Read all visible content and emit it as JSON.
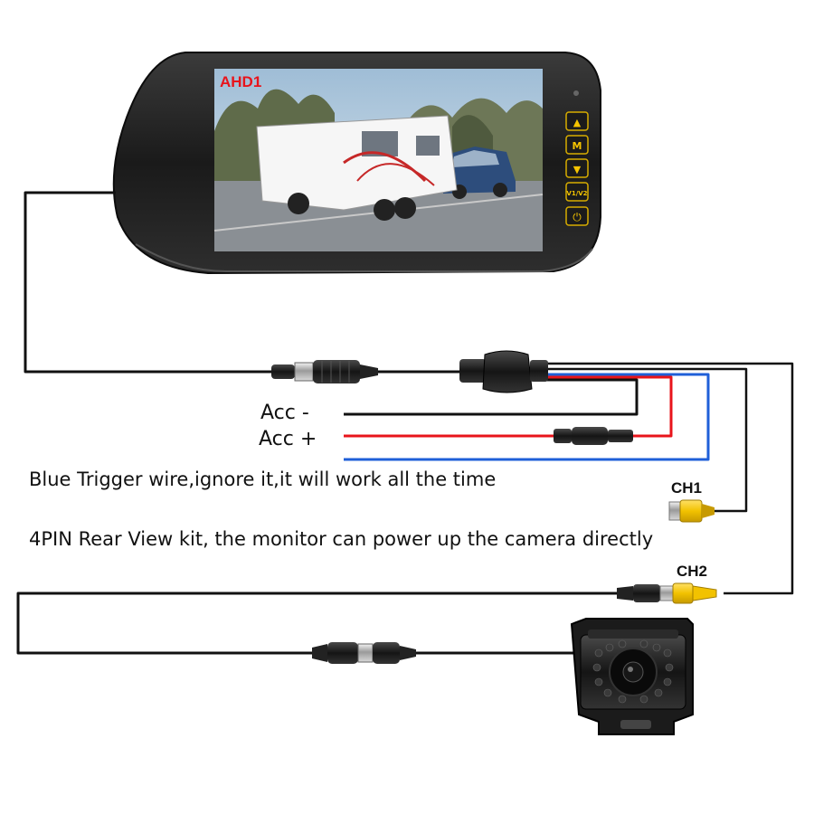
{
  "monitor": {
    "screen_badge": "AHD1",
    "buttons": [
      {
        "icon": "up-arrow-icon",
        "glyph": "▲"
      },
      {
        "icon": "menu-icon",
        "glyph": "M"
      },
      {
        "icon": "down-arrow-icon",
        "glyph": "▼"
      },
      {
        "icon": "channel-switch-icon",
        "glyph": "V1/V2"
      },
      {
        "icon": "power-icon",
        "glyph": "⏻"
      }
    ]
  },
  "labels": {
    "acc_negative": "Acc -",
    "acc_positive": "Acc +",
    "blue_trigger_note": "Blue Trigger wire,ignore it,it will work all the time",
    "kit_note": "4PIN Rear View kit, the monitor can power up the camera directly",
    "channel_1": "CH1",
    "channel_2": "CH2"
  },
  "colors": {
    "acc_negative_wire": "#111111",
    "acc_positive_wire": "#e8141b",
    "trigger_wire": "#1f5fd8",
    "video_connector": "#f2c200",
    "badge": "#e8141b",
    "button_glyph": "#f5c400"
  }
}
